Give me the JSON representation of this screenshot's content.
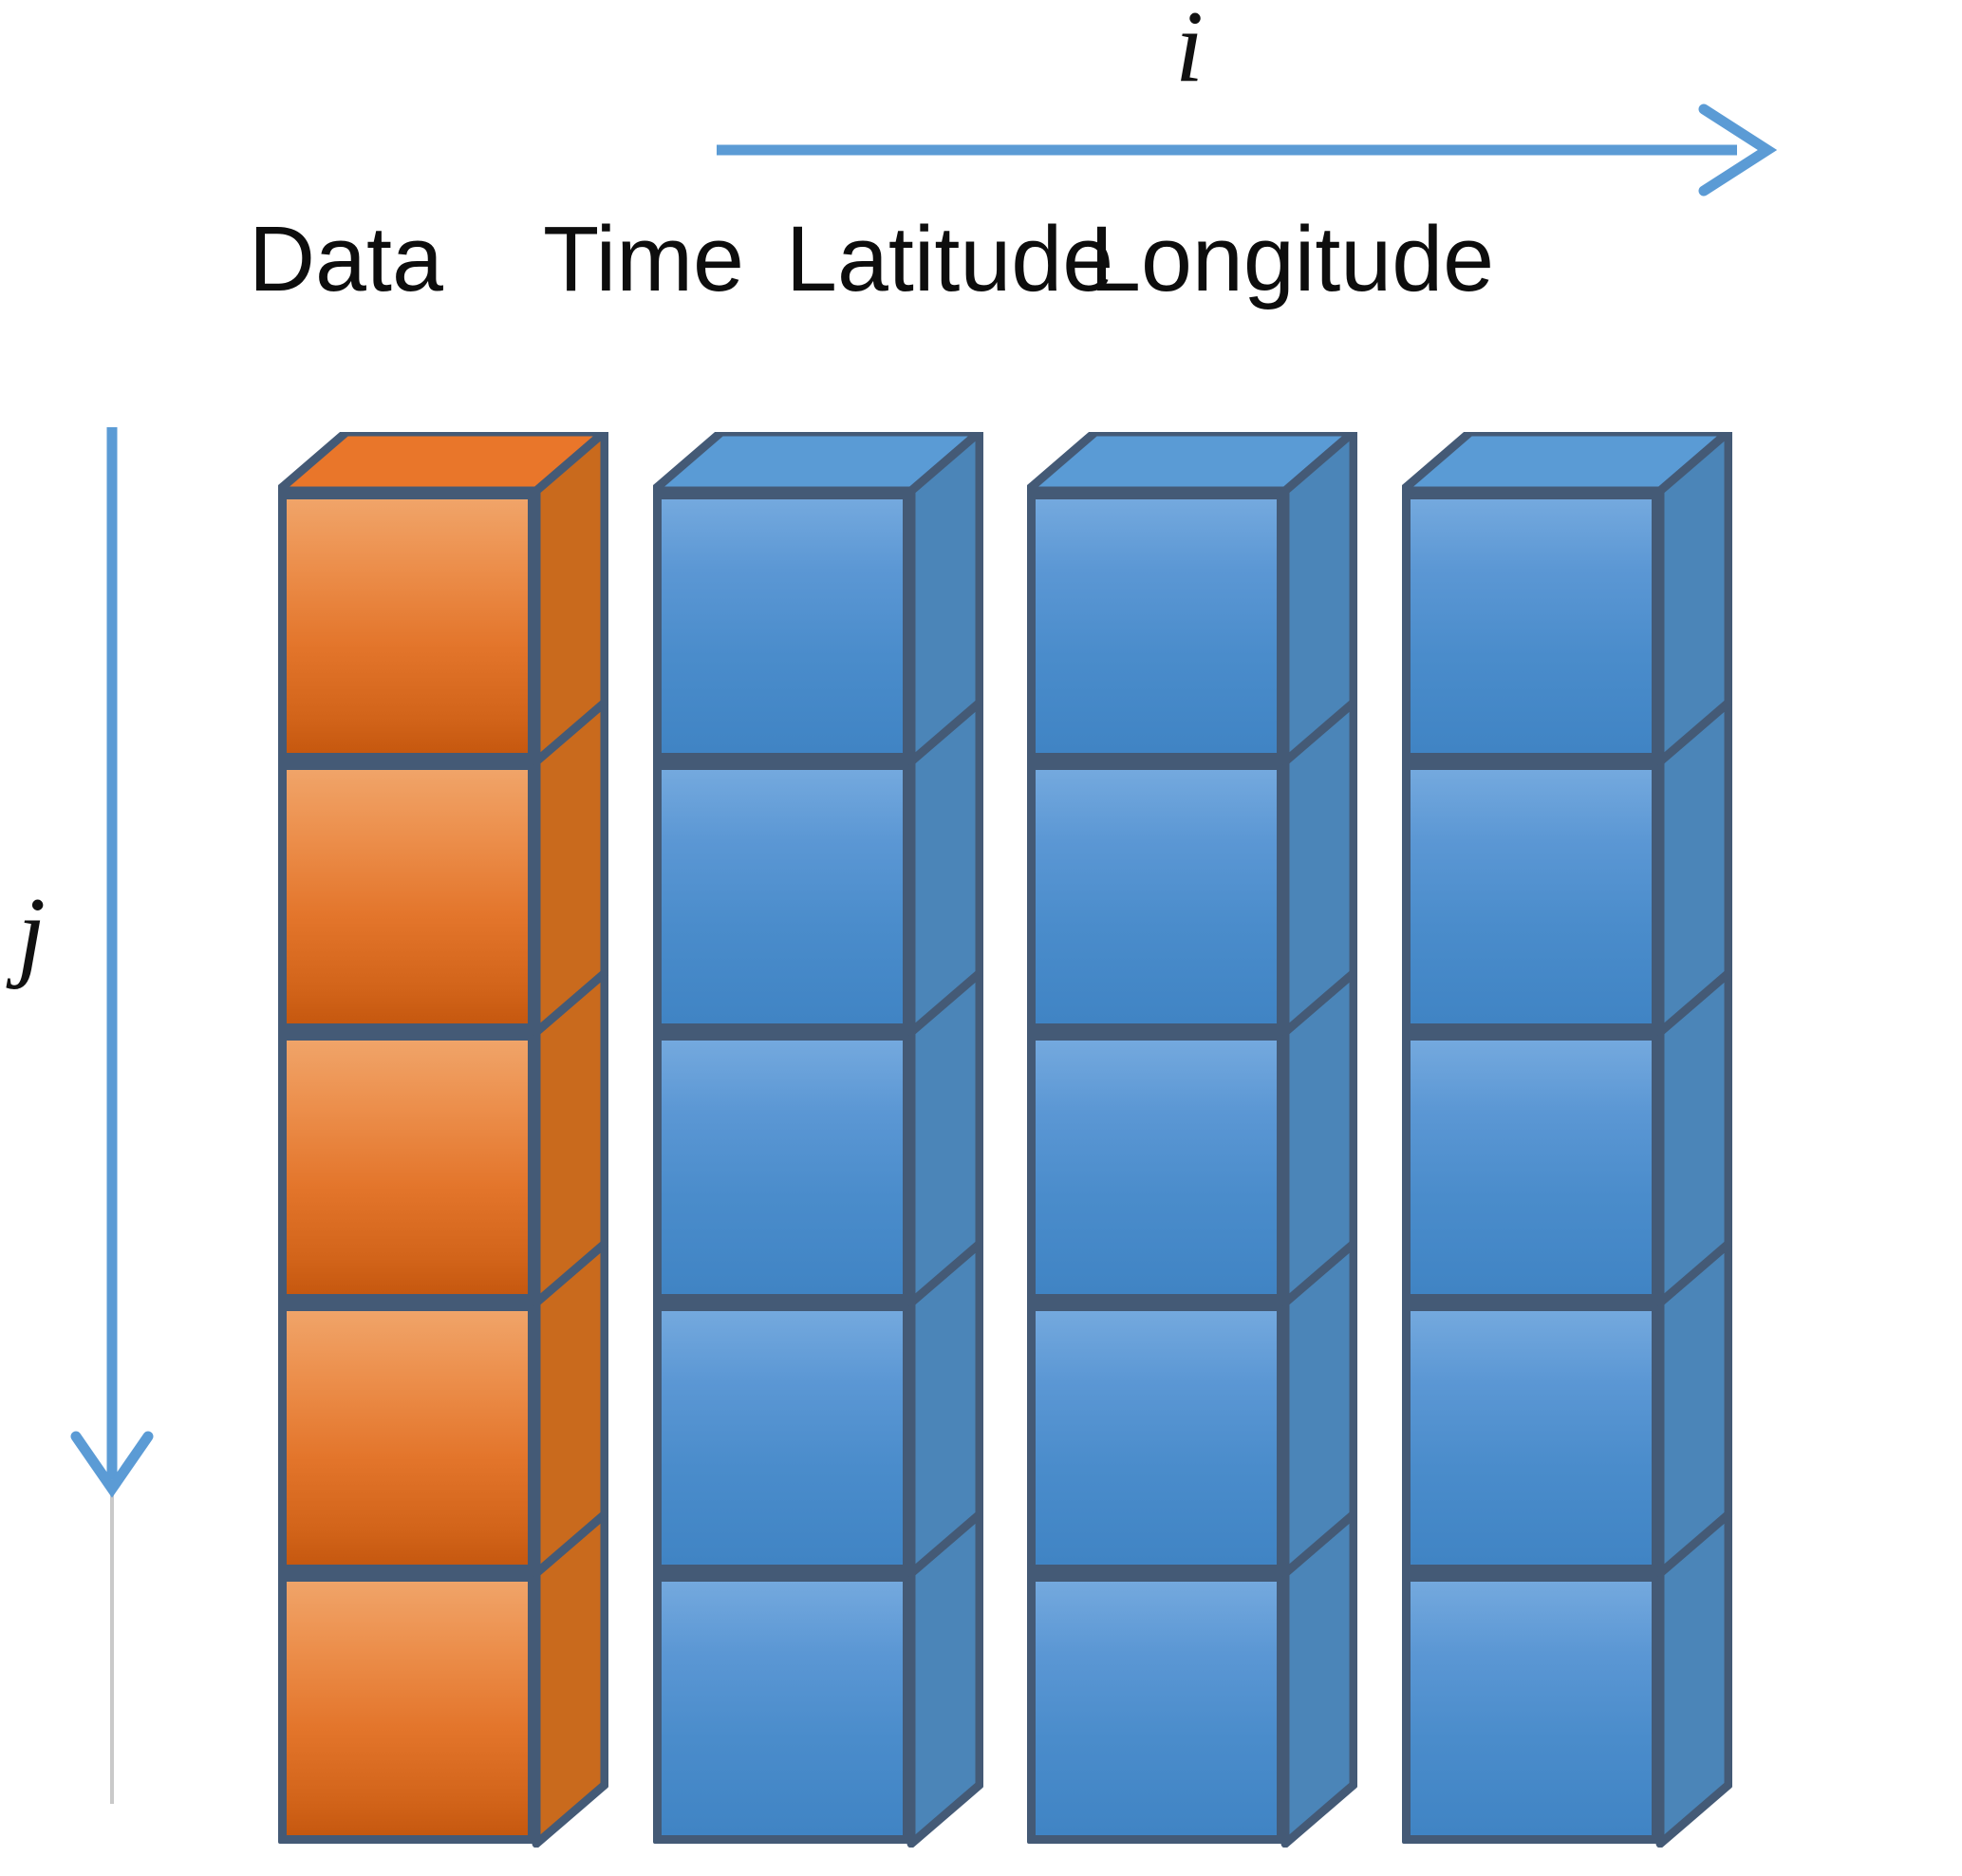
{
  "diagram": {
    "title_axis_horizontal": "i",
    "title_axis_vertical": "j",
    "background_color": "#ffffff",
    "edge_color": "#445a76",
    "arrow_color": "#5b9bd5",
    "guide_line_color": "#bfbfbf",
    "columns": [
      {
        "label": "Data",
        "color_family": "orange",
        "accent_top": "#f0a469",
        "accent_bottom": "#c6580f",
        "side_color": "#c96a1d",
        "top_color": "#e9762a",
        "cube_count": 5
      },
      {
        "label": "Time",
        "color_family": "blue",
        "accent_top": "#74a9de",
        "accent_bottom": "#4084c4",
        "side_color": "#4b85b8",
        "top_color": "#5a9bd5",
        "cube_count": 5
      },
      {
        "label": "Latitude",
        "color_family": "blue",
        "accent_top": "#74a9de",
        "accent_bottom": "#4084c4",
        "side_color": "#4b85b8",
        "top_color": "#5a9bd5",
        "cube_count": 5
      },
      {
        "label": "Longitude",
        "color_family": "blue",
        "accent_top": "#74a9de",
        "accent_bottom": "#4084c4",
        "side_color": "#4b85b8",
        "top_color": "#5a9bd5",
        "cube_count": 5
      }
    ],
    "arrows": {
      "horizontal": {
        "name": "i-axis-arrow",
        "direction": "right"
      },
      "vertical": {
        "name": "j-axis-arrow",
        "direction": "down"
      }
    }
  }
}
